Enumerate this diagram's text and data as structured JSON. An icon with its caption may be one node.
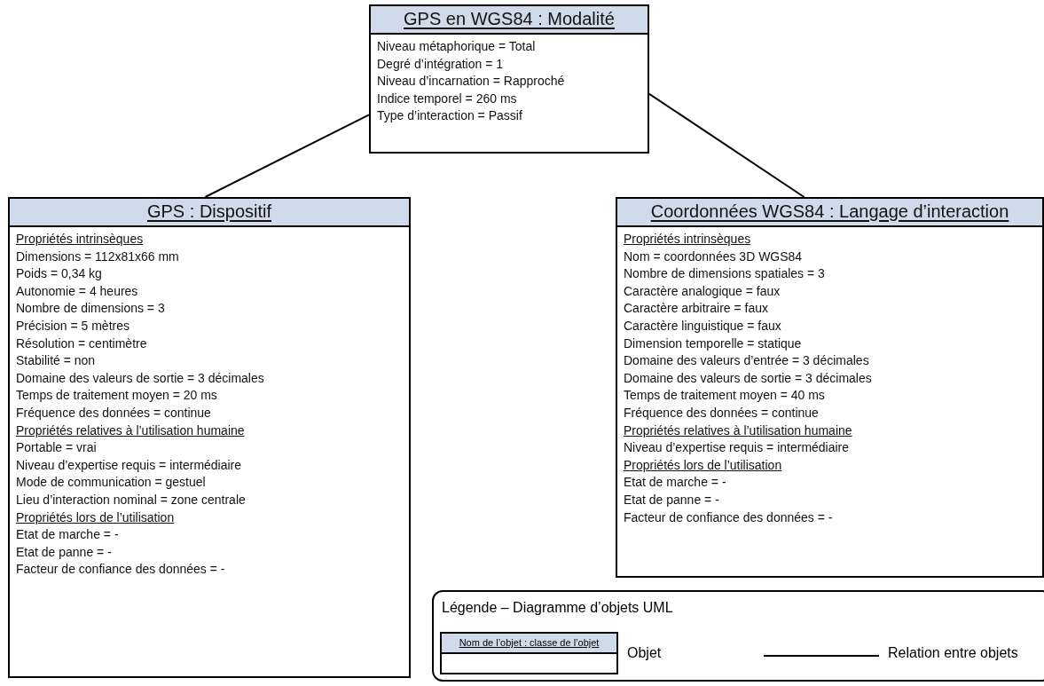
{
  "diagram": {
    "nodes": [
      {
        "text": [
          "GPS en WGS84 : Modalité",
          "Niveau métaphorique = Total",
          "Degré d’intégration = 1",
          "Niveau d’incarnation = Rapproché",
          "Indice temporel = 260 ms",
          "Type d’interaction = Passif"
        ]
      },
      {
        "text": [
          "GPS : Dispositif",
          "Propriétés intrinsèques",
          "Dimensions = 112x81x66 mm",
          "Poids = 0,34 kg",
          "Autonomie = 4 heures",
          "Nombre de dimensions = 3",
          "Précision = 5 mètres",
          "Résolution = centimètre",
          "Stabilité = non",
          "Domaine des valeurs de sortie = 3 décimales",
          "Temps de traitement moyen = 20 ms",
          "Fréquence des données = continue",
          "Propriétés relatives à l’utilisation humaine",
          "Portable = vrai",
          "Niveau d’expertise requis = intermédiaire",
          "Mode de communication = gestuel",
          "Lieu d’interaction nominal = zone centrale",
          "Propriétés lors de l’utilisation",
          "Etat de marche = -",
          "Etat de panne = -",
          "Facteur de confiance des données = -"
        ]
      },
      {
        "text": [
          "Coordonnées WGS84 : Langage d’interaction",
          "Propriétés intrinsèques",
          "Nom = coordonnées 3D WGS84",
          "Nombre de dimensions spatiales = 3",
          "Caractère analogique = faux",
          "Caractère arbitraire = faux",
          "Caractère linguistique = faux",
          "Dimension temporelle = statique",
          "Domaine des valeurs d’entrée = 3 décimales",
          "Domaine des valeurs de sortie = 3 décimales",
          "Temps de traitement moyen = 40 ms",
          "Fréquence des données = continue",
          "Propriétés relatives à l’utilisation humaine",
          "Niveau d’expertise requis = intermédiaire",
          "Propriétés lors de l’utilisation",
          "Etat de marche = -",
          "Etat de panne = -",
          "Facteur de confiance des données = -"
        ]
      }
    ],
    "edges": [
      {
        "from": 0,
        "to": 1,
        "arrow": "none"
      },
      {
        "from": 0,
        "to": 2,
        "arrow": "none"
      }
    ],
    "labels": [
      "Légende – Diagramme d’objets UML",
      "Nom de l’objet : classe de l’objet"
    ],
    "legend": [
      {
        "text": "Objet"
      },
      {
        "text": "Relation entre objets"
      }
    ]
  }
}
